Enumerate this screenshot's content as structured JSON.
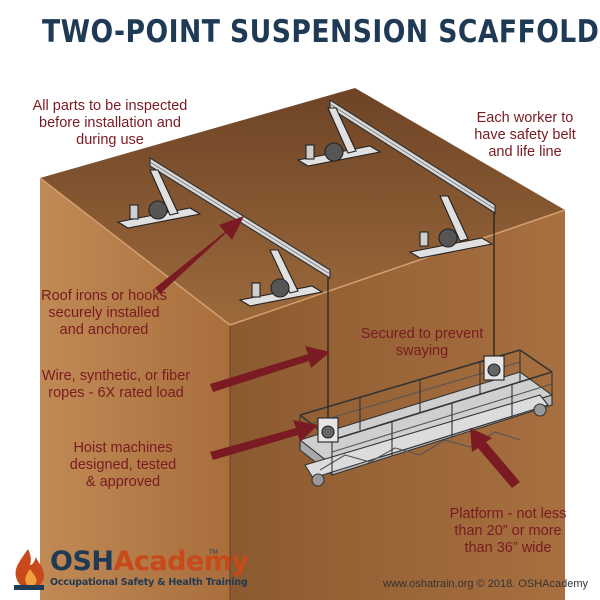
{
  "title": "TWO-POINT SUSPENSION SCAFFOLD",
  "callouts": {
    "inspected": [
      "All parts to be inspected",
      "before installation and",
      "during use"
    ],
    "worker": [
      "Each worker to",
      "have safety belt",
      "and life line"
    ],
    "roof_irons": [
      "Roof irons or hooks",
      "securely installed",
      "and anchored"
    ],
    "secured": [
      "Secured to prevent",
      "swaying"
    ],
    "ropes": [
      "Wire, synthetic, or fiber",
      "ropes - 6X rated load"
    ],
    "hoist": [
      "Hoist machines",
      "designed, tested",
      "& approved"
    ],
    "platform": [
      "Platform - not less",
      "than 20” or more",
      "than 36” wide"
    ]
  },
  "logo": {
    "osh": "OSH",
    "academy": "Academy",
    "tm": "TM",
    "tagline": "Occupational Safety & Health Training"
  },
  "footer": "www.oshatrain.org © 2018. OSHAcademy",
  "colors": {
    "title": "#1f3a55",
    "callout": "#7a1a22",
    "arrow": "#7a1a22",
    "building_top": "#8a5a35",
    "building_front": "#b07845",
    "building_side": "#9a6538",
    "logo_orange": "#c8491a"
  }
}
